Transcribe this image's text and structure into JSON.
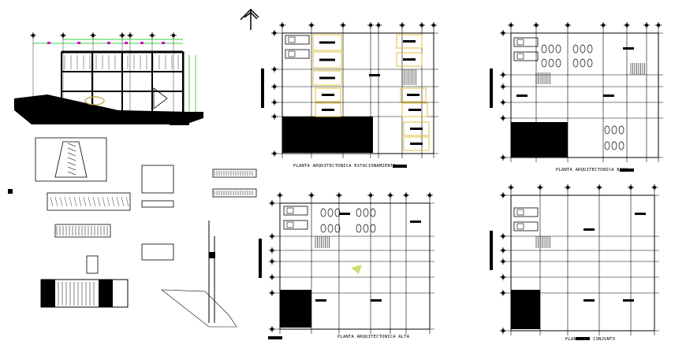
{
  "drawing": {
    "sheets": [
      {
        "id": "estacionamiento",
        "title": "PLANTA ARQUITECTONICA ESTACIONAMIENTO"
      },
      {
        "id": "baja",
        "title": "PLANTA ARQUITECTONICA BAJA"
      },
      {
        "id": "alta",
        "title": "PLANTA ARQUITECTONICA ALTA"
      },
      {
        "id": "conjunto",
        "title": "PLANTA DE CONJUNTO"
      }
    ],
    "colors": {
      "line": "#000000",
      "dimension": "#00c000",
      "dimension_text": "#d000d0",
      "parking_stall": "#e0c040",
      "hatch": "#c8e070",
      "background": "#ffffff"
    }
  }
}
